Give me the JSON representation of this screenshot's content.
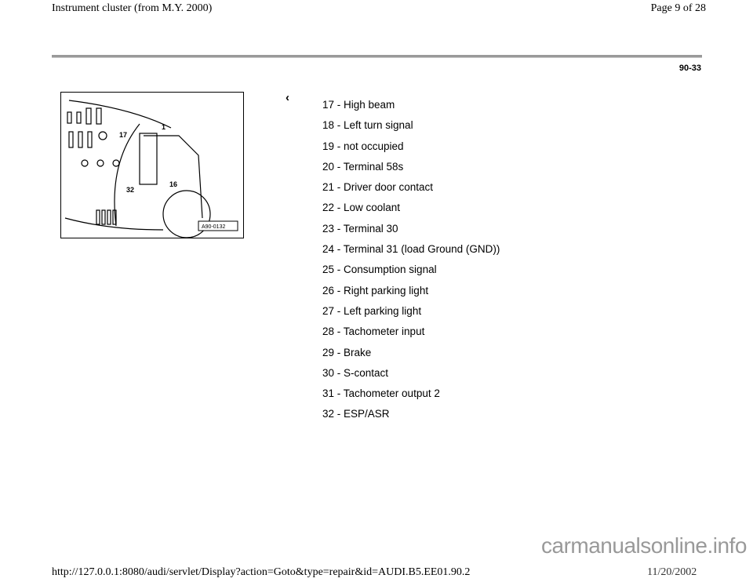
{
  "header": {
    "title": "Instrument cluster (from M.Y. 2000)",
    "page": "Page 9 of 28"
  },
  "section_number": "90-33",
  "figure": {
    "callouts": [
      "17",
      "1",
      "32",
      "16"
    ],
    "code": "A90-0132"
  },
  "items": [
    "17 - High beam",
    "18 - Left turn signal",
    "19 - not occupied",
    "20 - Terminal 58s",
    "21 - Driver door contact",
    "22 - Low coolant",
    "23 - Terminal 30",
    "24 - Terminal 31 (load Ground (GND))",
    "25 - Consumption signal",
    "26 - Right parking light",
    "27 - Left parking light",
    "28 - Tachometer input",
    "29 - Brake",
    "30 - S-contact",
    "31 - Tachometer output 2",
    "32 - ESP/ASR"
  ],
  "footer": {
    "url": "http://127.0.0.1:8080/audi/servlet/Display?action=Goto&type=repair&id=AUDI.B5.EE01.90.2",
    "date": "11/20/2002",
    "watermark": "carmanualsonline.info"
  }
}
